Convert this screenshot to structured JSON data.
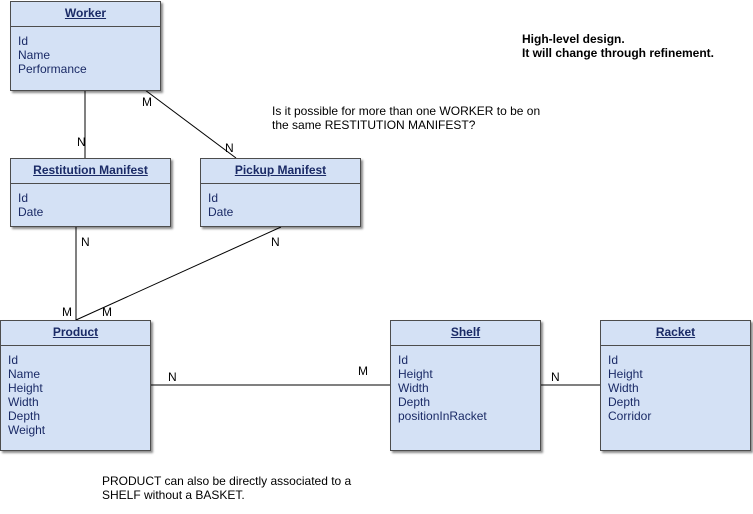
{
  "entities": {
    "worker": {
      "title": "Worker",
      "attributes": [
        "Id",
        "Name",
        "Performance"
      ]
    },
    "restitution_manifest": {
      "title": "Restitution Manifest",
      "attributes": [
        "Id",
        "Date"
      ]
    },
    "pickup_manifest": {
      "title": "Pickup Manifest",
      "attributes": [
        "Id",
        "Date"
      ]
    },
    "product": {
      "title": "Product",
      "attributes": [
        "Id",
        "Name",
        "Height",
        "Width",
        "Depth",
        "Weight"
      ]
    },
    "shelf": {
      "title": "Shelf",
      "attributes": [
        "Id",
        "Height",
        "Width",
        "Depth",
        "positionInRacket"
      ]
    },
    "racket": {
      "title": "Racket",
      "attributes": [
        "Id",
        "Height",
        "Width",
        "Depth",
        "Corridor"
      ]
    }
  },
  "cardinalities": {
    "worker_restitution_n": "N",
    "worker_pickup_m": "M",
    "worker_pickup_n": "N",
    "restitution_product_n": "N",
    "restitution_product_m": "M",
    "pickup_product_n": "N",
    "pickup_product_m": "M",
    "product_shelf_n": "N",
    "product_shelf_m": "M",
    "shelf_racket_n": "N"
  },
  "notes": {
    "design_note": [
      "High-level design.",
      "It will change through refinement."
    ],
    "question_note": [
      "Is it possible for more than one WORKER to be on",
      "the same RESTITUTION MANIFEST?"
    ],
    "product_note": [
      "PRODUCT can also be directly associated to a",
      "SHELF without a BASKET."
    ]
  }
}
